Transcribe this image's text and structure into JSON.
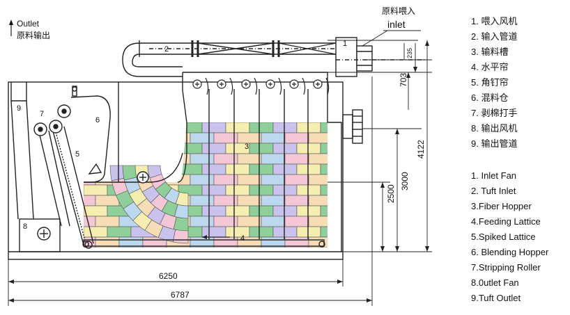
{
  "outlet_label_en": "Outlet",
  "outlet_label_zh": "原料输出",
  "inlet_label_zh": "原料喂入",
  "inlet_label_en": "inlet",
  "part_numbers": [
    "1",
    "2",
    "3",
    "4",
    "5",
    "6",
    "7",
    "8",
    "9"
  ],
  "dimensions": {
    "total_height": "4122",
    "height_3000": "3000",
    "height_2500": "2500",
    "height_703": "703",
    "height_235": "235",
    "width_6250": "6250",
    "width_6787": "6787"
  },
  "legend_zh": [
    "1. 喂入风机",
    "2. 输入管道",
    "3. 输料槽",
    "4. 水平帘",
    "5. 角钉帘",
    "6. 混料仓",
    "7. 剥棉打手",
    "8. 输出风机",
    "9. 输出管道"
  ],
  "legend_en": [
    "1. Inlet Fan",
    "2. Tuft Inlet",
    "3.Fiber Hopper",
    "4.Feeding  Lattice",
    "5.Spiked Lattice",
    "6. Blending Hopper",
    "7.Stripping Roller",
    "8.0utlet Fan",
    "9.Tuft Outlet"
  ],
  "fiber_colors": [
    "#f5eeb0",
    "#bcd8ee",
    "#8fcf9a",
    "#f4c7d6",
    "#c9c2ec",
    "#f7ddb5"
  ]
}
